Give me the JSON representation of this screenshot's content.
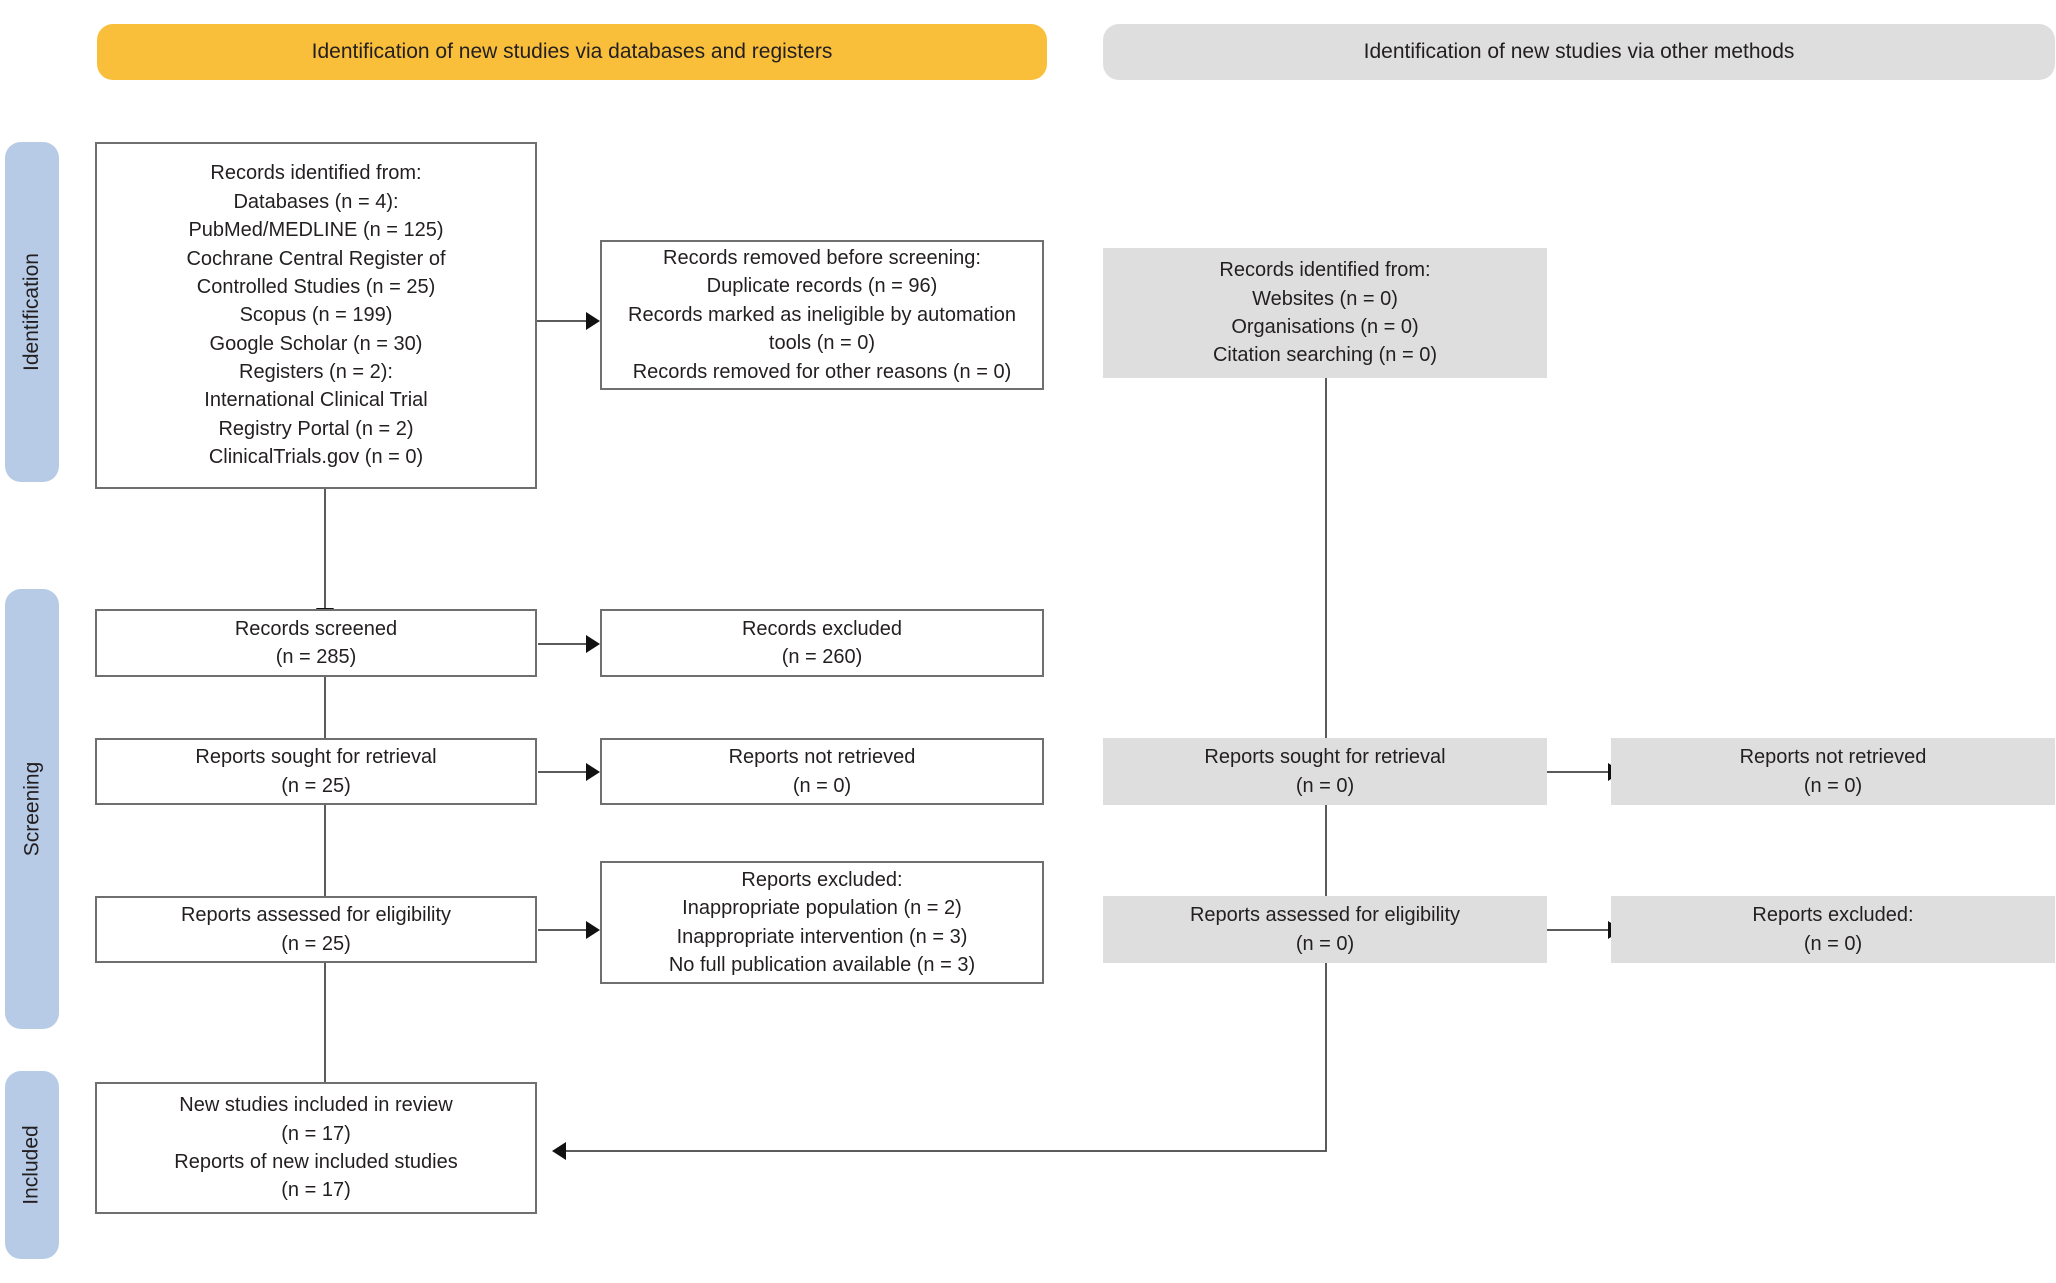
{
  "headers": {
    "databases": "Identification of new studies via databases and registers",
    "other": "Identification of new studies via other methods"
  },
  "stages": {
    "identification": "Identification",
    "screening": "Screening",
    "included": "Included"
  },
  "colors": {
    "header_databases": "#F9BF3B",
    "header_other": "#DEDEDE",
    "stage_pill": "#B7CBE6",
    "grey_box": "#DEDEDE",
    "box_border": "#6F6F6F",
    "connector": "#5B5B5B"
  },
  "boxes": {
    "records_identified": {
      "lines": [
        "Records identified from:",
        "Databases (n = 4):",
        "PubMed/MEDLINE (n = 125)",
        "Cochrane Central Register of",
        "Controlled Studies (n = 25)",
        "Scopus (n = 199)",
        "Google Scholar (n = 30)",
        "Registers (n = 2):",
        "International Clinical Trial",
        "Registry Portal (n = 2)",
        "ClinicalTrials.gov (n = 0)"
      ]
    },
    "records_removed": {
      "lines": [
        "Records removed before screening:",
        "Duplicate records (n = 96)",
        "Records marked as ineligible by automation",
        "tools (n = 0)",
        "Records removed for other reasons (n = 0)"
      ]
    },
    "records_screened": {
      "lines": [
        "Records screened",
        "(n = 285)"
      ]
    },
    "records_excluded": {
      "lines": [
        "Records excluded",
        "(n = 260)"
      ]
    },
    "reports_sought": {
      "lines": [
        "Reports sought for retrieval",
        "(n = 25)"
      ]
    },
    "reports_not_retrieved": {
      "lines": [
        "Reports not retrieved",
        "(n = 0)"
      ]
    },
    "reports_assessed": {
      "lines": [
        "Reports assessed for eligibility",
        "(n = 25)"
      ]
    },
    "reports_excluded": {
      "lines": [
        "Reports excluded:",
        "Inappropriate population (n = 2)",
        "Inappropriate intervention (n = 3)",
        "No full publication available (n = 3)"
      ]
    },
    "new_studies_included": {
      "lines": [
        "New studies included in review",
        "(n = 17)",
        "Reports of new included studies",
        "(n = 17)"
      ]
    },
    "other_identified": {
      "lines": [
        "Records identified from:",
        "Websites (n = 0)",
        "Organisations (n = 0)",
        "Citation searching (n = 0)"
      ]
    },
    "other_reports_sought": {
      "lines": [
        "Reports sought for retrieval",
        "(n = 0)"
      ]
    },
    "other_reports_not_retrieved": {
      "lines": [
        "Reports not retrieved",
        "(n = 0)"
      ]
    },
    "other_reports_assessed": {
      "lines": [
        "Reports assessed for eligibility",
        "(n = 0)"
      ]
    },
    "other_reports_excluded": {
      "lines": [
        "Reports excluded:",
        "(n = 0)"
      ]
    }
  }
}
